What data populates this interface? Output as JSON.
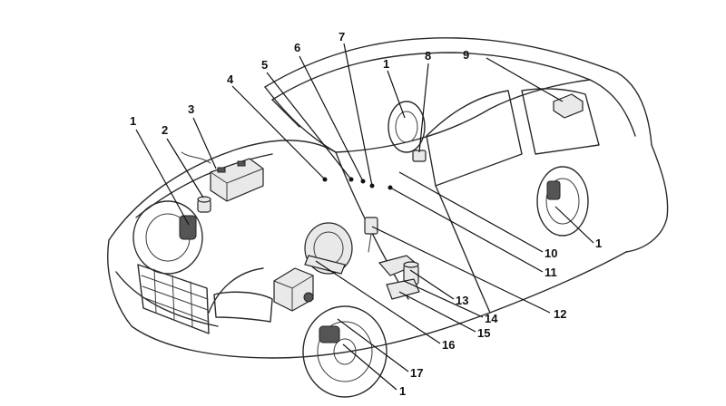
{
  "callouts": [
    {
      "id": "c1a",
      "label": "1"
    },
    {
      "id": "c2",
      "label": "2"
    },
    {
      "id": "c3",
      "label": "3"
    },
    {
      "id": "c4",
      "label": "4"
    },
    {
      "id": "c5",
      "label": "5"
    },
    {
      "id": "c6",
      "label": "6"
    },
    {
      "id": "c7",
      "label": "7"
    },
    {
      "id": "c1b",
      "label": "1"
    },
    {
      "id": "c8",
      "label": "8"
    },
    {
      "id": "c9",
      "label": "9"
    },
    {
      "id": "c10",
      "label": "10"
    },
    {
      "id": "c1c",
      "label": "1"
    },
    {
      "id": "c11",
      "label": "11"
    },
    {
      "id": "c12",
      "label": "12"
    },
    {
      "id": "c13",
      "label": "13"
    },
    {
      "id": "c14",
      "label": "14"
    },
    {
      "id": "c15",
      "label": "15"
    },
    {
      "id": "c16",
      "label": "16"
    },
    {
      "id": "c17",
      "label": "17"
    },
    {
      "id": "c1d",
      "label": "1"
    }
  ]
}
